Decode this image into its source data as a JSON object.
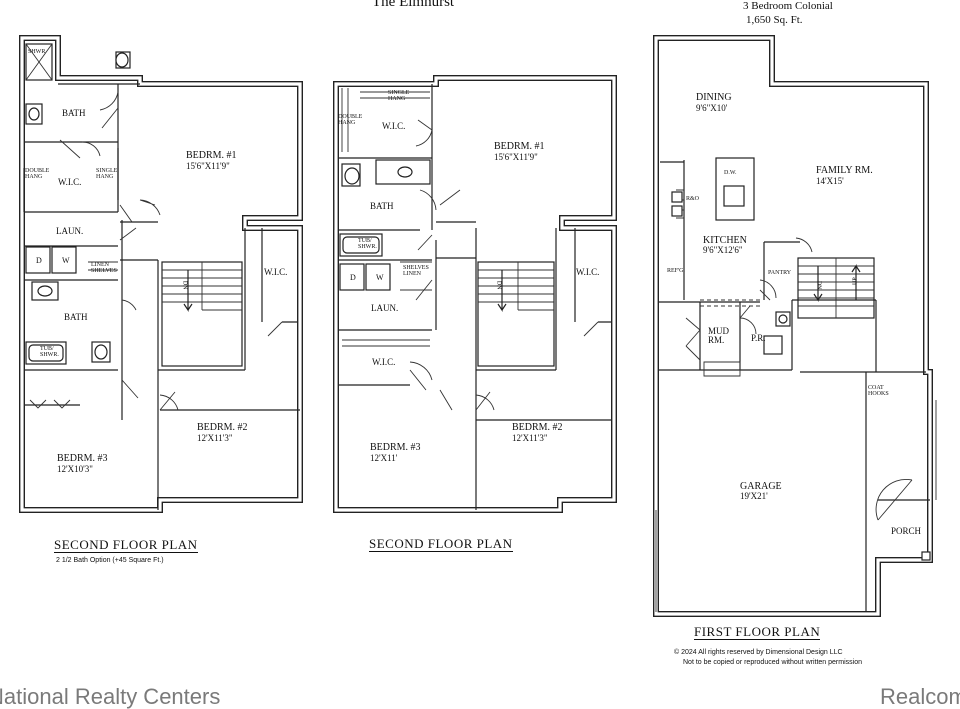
{
  "header": {
    "model_name": "The Elmhurst",
    "style": "3 Bedroom Colonial",
    "area": "1,650 Sq. Ft."
  },
  "plans": [
    {
      "title": "SECOND FLOOR PLAN",
      "note": "2 1/2 Bath Option (+45 Square Ft.)",
      "rooms": {
        "shwr": "SHWR",
        "bath_top": "BATH",
        "double_hang": "DOUBLE\nHANG",
        "wic": "W.I.C.",
        "single_hang": "SINGLE\nHANG",
        "laun": "LAUN.",
        "d": "D",
        "w": "W",
        "linen_shelves": "LINEN\nSHELVES",
        "bath_mid": "BATH",
        "tub": "TUB/\nSHWR.",
        "bedroom1": "BEDRM. #1",
        "bedroom1_dim": "15'6\"X11'9\"",
        "stair": "DN",
        "wic_right": "W.I.C.",
        "bedroom2": "BEDRM. #2",
        "bedroom2_dim": "12'X11'3\"",
        "bedroom3": "BEDRM. #3",
        "bedroom3_dim": "12'X10'3\""
      }
    },
    {
      "title": "SECOND FLOOR PLAN",
      "rooms": {
        "single_hang": "SINGLE\nHANG",
        "double_hang": "DOUBLE\nHANG",
        "wic_top": "W.I.C.",
        "bath": "BATH",
        "tub": "TUB/\nSHWR.",
        "d": "D",
        "w": "W",
        "shelves_linen": "SHELVES\nLINEN",
        "laun": "LAUN.",
        "wic_low": "W.I.C.",
        "bedroom1": "BEDRM. #1",
        "bedroom1_dim": "15'6\"X11'9\"",
        "stair": "DN",
        "wic_right": "W.I.C.",
        "bedroom2": "BEDRM. #2",
        "bedroom2_dim": "12'X11'3\"",
        "bedroom3": "BEDRM. #3",
        "bedroom3_dim": "12'X11'"
      }
    },
    {
      "title": "FIRST FLOOR PLAN",
      "rooms": {
        "dining": "DINING",
        "dining_dim": "9'6\"X10'",
        "dw": "D.W.",
        "ro": "R&O",
        "kitchen": "KITCHEN",
        "kitchen_dim": "9'6\"X12'6\"",
        "refg": "REF'G.",
        "pantry": "PANTRY",
        "family": "FAMILY RM.",
        "family_dim": "14'X15'",
        "stair_dn": "DN",
        "stair_up": "UP",
        "mud": "MUD\nRM.",
        "pr": "P.R.",
        "coat_hooks": "COAT\nHOOKS",
        "garage": "GARAGE",
        "garage_dim": "19'X21'",
        "porch": "PORCH"
      }
    }
  ],
  "copyright": "© 2024 All rights reserved by Dimensional Design LLC",
  "copyright_line2": "Not to be copied or reproduced without written permission",
  "watermark_left": "National Realty Centers",
  "watermark_right": "Realcomp"
}
